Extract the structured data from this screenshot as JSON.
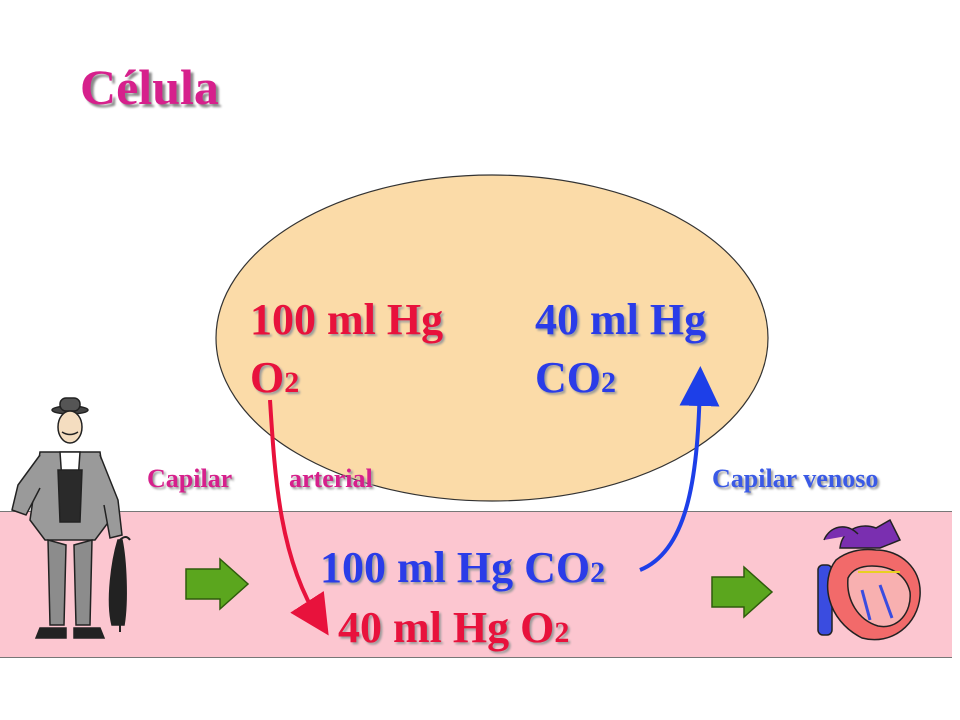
{
  "title": "Célula",
  "cell": {
    "o2_value": "100 ml Hg",
    "o2_label": "O",
    "o2_sub": "2",
    "co2_value": "40 ml Hg",
    "co2_label": "CO",
    "co2_sub": "2"
  },
  "capillary": {
    "arterial_left": "Capilar",
    "arterial_right": "arterial",
    "venous": "Capilar venoso",
    "co2_text": "100 ml Hg CO",
    "co2_sub": "2",
    "o2_text": "40 ml Hg O",
    "o2_sub": "2"
  },
  "colors": {
    "cell_fill": "#fbdba8",
    "band_fill": "#fcc6d0",
    "arrow_red": "#e8123c",
    "arrow_blue": "#1d3fe8",
    "flow_arrow": "#5ba61e",
    "title": "#d6208c"
  },
  "icons": [
    "man-with-umbrella-icon",
    "heart-icon",
    "flow-arrow-icon"
  ]
}
